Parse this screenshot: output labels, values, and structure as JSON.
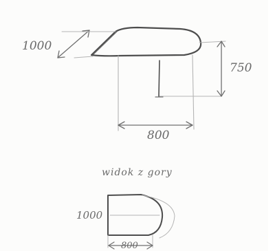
{
  "sketch_labels": {
    "depth_top": "1000",
    "height": "750",
    "width_top": "800",
    "caption": "widok z gory",
    "depth_plan": "1000",
    "width_plan": "800"
  },
  "colors": {
    "paper": "#fcfcfb",
    "pencil": "#6f6f6f"
  }
}
